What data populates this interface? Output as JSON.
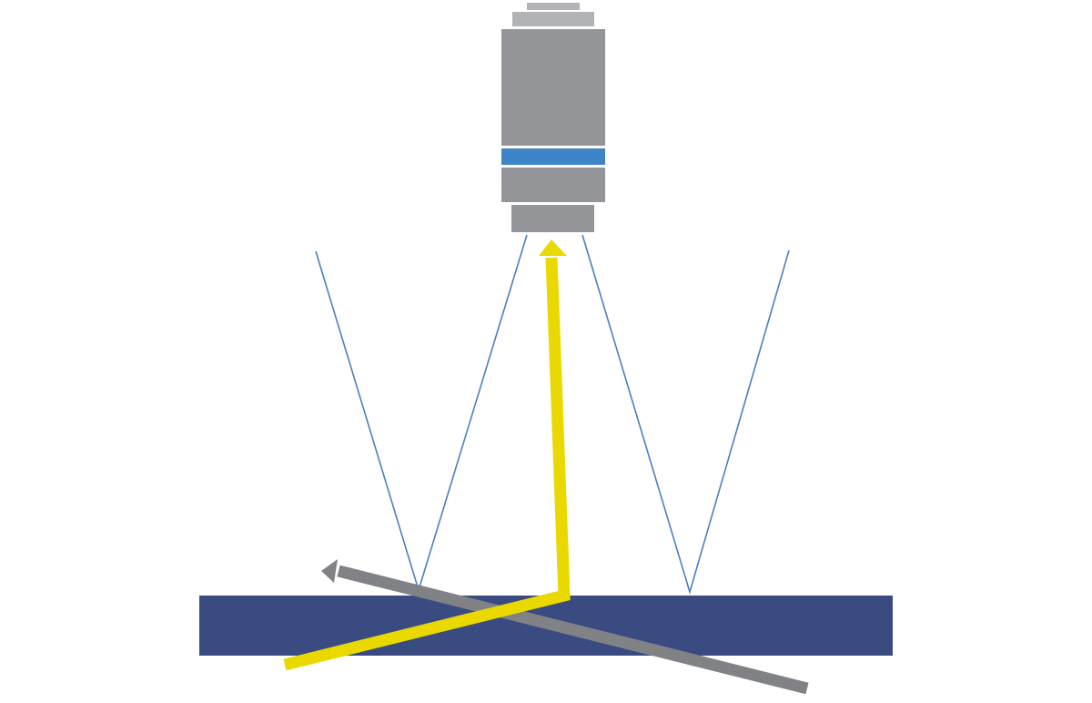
{
  "diagram": {
    "description_visible_text": "",
    "colors": {
      "background": "#ffffff",
      "objective_body": "#939598",
      "objective_top_cap": "#b1b3b6",
      "objective_band": "#3d85c6",
      "sample_surface": "#3a4b82",
      "light_cone": "#4a7fc0",
      "yellow_ray": "#e9d900",
      "gray_ray": "#808285"
    },
    "elements": {
      "objective": "microscope-objective",
      "sample": "sample-surface",
      "cones": [
        "left-illumination-cone",
        "right-illumination-cone"
      ],
      "rays": [
        "yellow-scattered-ray",
        "gray-reflected-ray"
      ]
    }
  }
}
